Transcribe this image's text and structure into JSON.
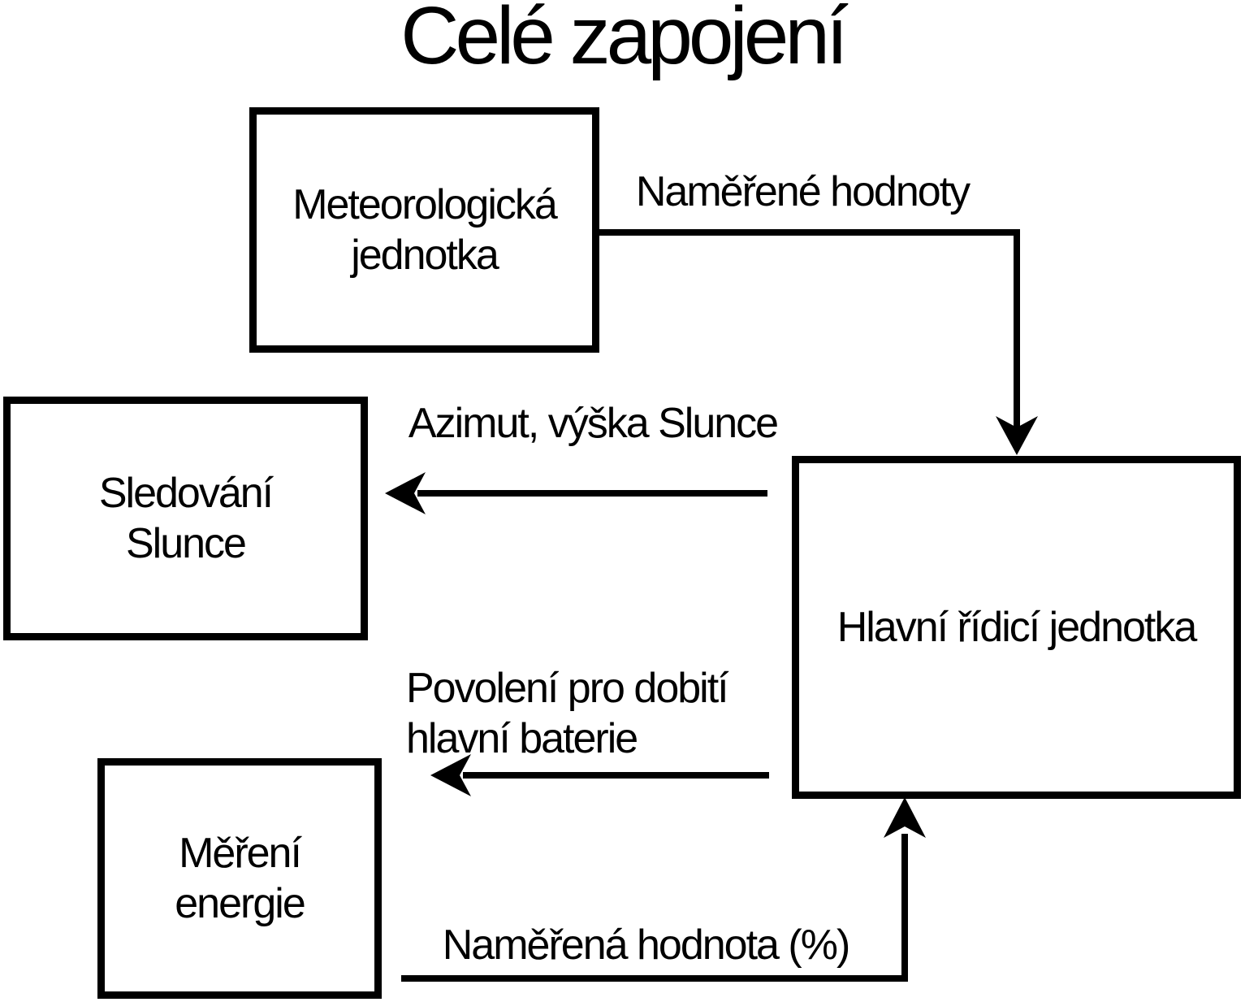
{
  "diagram": {
    "title": "Celé zapojení",
    "colors": {
      "background": "#ffffff",
      "line": "#000000",
      "text": "#000000"
    },
    "nodes": {
      "meteorologicka_jednotka": {
        "lines": [
          "Meteorologická",
          "jednotka"
        ]
      },
      "sledovani_slunce": {
        "lines": [
          "Sledování",
          "Slunce"
        ]
      },
      "mereni_energie": {
        "lines": [
          "Měření",
          "energie"
        ]
      },
      "hlavni_ridici_jednotka": {
        "lines": [
          "Hlavní řídicí jednotka"
        ]
      }
    },
    "edges": {
      "namerene_hodnoty": {
        "label": "Naměřené hodnoty",
        "from": "meteorologicka_jednotka",
        "to": "hlavni_ridici_jednotka",
        "direction": "right-then-down"
      },
      "azimut_vyska_slunce": {
        "label": "Azimut, výška Slunce",
        "from": "hlavni_ridici_jednotka",
        "to": "sledovani_slunce",
        "direction": "left"
      },
      "povoleni_pro_dobiti": {
        "lines": [
          "Povolení pro dobití",
          "hlavní baterie"
        ],
        "from": "hlavni_ridici_jednotka",
        "direction": "left"
      },
      "namerena_hodnota": {
        "label": "Naměřená hodnota (%)",
        "from": "mereni_energie",
        "to": "hlavni_ridici_jednotka",
        "direction": "right-then-up"
      }
    }
  }
}
